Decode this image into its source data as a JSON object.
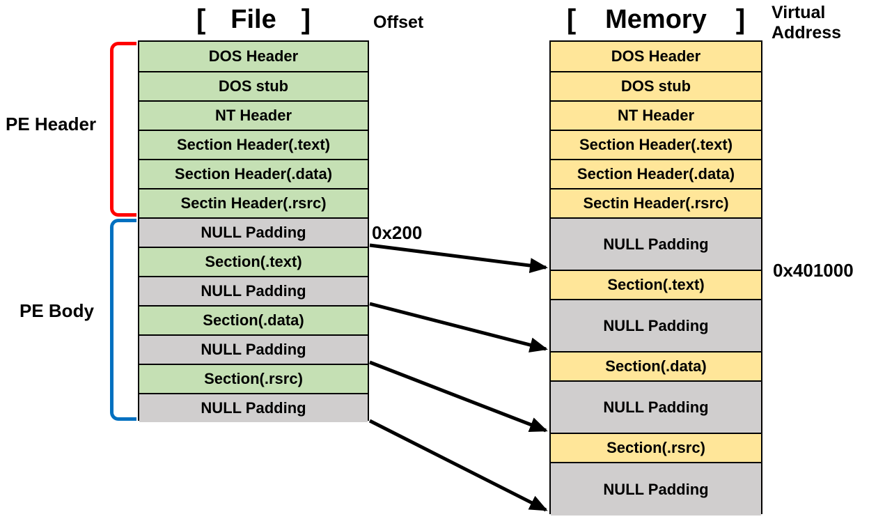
{
  "file": {
    "title": {
      "open": "[",
      "label": "File",
      "close": "]"
    },
    "axis_label": "Offset",
    "rows": [
      {
        "label": "DOS Header",
        "kind": "section"
      },
      {
        "label": "DOS stub",
        "kind": "section"
      },
      {
        "label": "NT Header",
        "kind": "section"
      },
      {
        "label": "Section Header(.text)",
        "kind": "section"
      },
      {
        "label": "Section Header(.data)",
        "kind": "section"
      },
      {
        "label": "Sectin Header(.rsrc)",
        "kind": "section"
      },
      {
        "label": "NULL Padding",
        "kind": "padding"
      },
      {
        "label": "Section(.text)",
        "kind": "section"
      },
      {
        "label": "NULL Padding",
        "kind": "padding"
      },
      {
        "label": "Section(.data)",
        "kind": "section"
      },
      {
        "label": "NULL Padding",
        "kind": "padding"
      },
      {
        "label": "Section(.rsrc)",
        "kind": "section"
      },
      {
        "label": "NULL Padding",
        "kind": "padding"
      }
    ]
  },
  "memory": {
    "title": {
      "open": "[",
      "label": "Memory",
      "close": "]"
    },
    "axis_label": "Virtual\nAddress",
    "rows": [
      {
        "label": "DOS Header",
        "kind": "section"
      },
      {
        "label": "DOS stub",
        "kind": "section"
      },
      {
        "label": "NT Header",
        "kind": "section"
      },
      {
        "label": "Section Header(.text)",
        "kind": "section"
      },
      {
        "label": "Section Header(.data)",
        "kind": "section"
      },
      {
        "label": "Sectin Header(.rsrc)",
        "kind": "section"
      },
      {
        "label": "NULL Padding",
        "kind": "padding"
      },
      {
        "label": "Section(.text)",
        "kind": "section"
      },
      {
        "label": "NULL Padding",
        "kind": "padding"
      },
      {
        "label": "Section(.data)",
        "kind": "section"
      },
      {
        "label": "NULL Padding",
        "kind": "padding"
      },
      {
        "label": "Section(.rsrc)",
        "kind": "section"
      },
      {
        "label": "NULL Padding",
        "kind": "padding"
      }
    ]
  },
  "groups": [
    {
      "label": "PE Header",
      "color": "#FF0000",
      "spans_rows": [
        0,
        5
      ]
    },
    {
      "label": "PE Body",
      "color": "#0070C0",
      "spans_rows": [
        6,
        12
      ]
    }
  ],
  "annotations": {
    "file_offset": "0x200",
    "virtual_address": "0x401000"
  },
  "arrows": [
    {
      "from": "file Section(.text) start",
      "to": "memory Section(.text) start"
    },
    {
      "from": "file Section(.data) start",
      "to": "memory Section(.data) start"
    },
    {
      "from": "file Section(.rsrc) start",
      "to": "memory Section(.rsrc) start"
    },
    {
      "from": "file end",
      "to": "memory end"
    }
  ],
  "colors": {
    "file_section": "#C5E0B4",
    "memory_section": "#FFE699",
    "padding": "#D0CECE",
    "pe_header_bracket": "#FF0000",
    "pe_body_bracket": "#0070C0",
    "arrow": "#000000"
  }
}
